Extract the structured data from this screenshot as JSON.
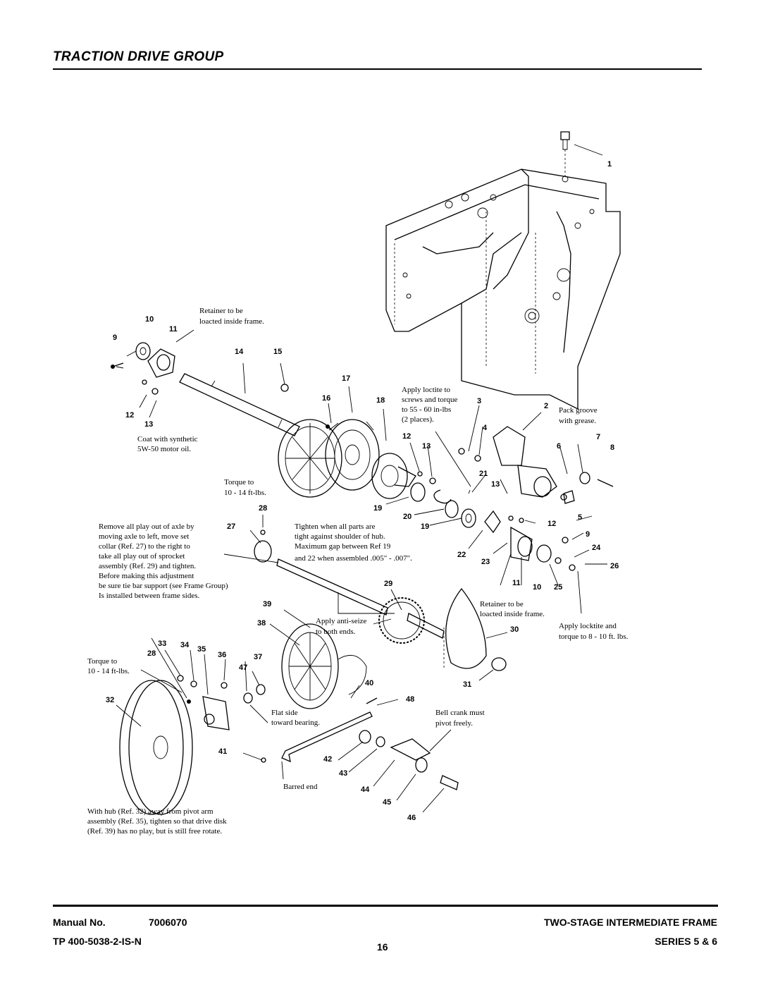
{
  "header": {
    "title": "TRACTION DRIVE GROUP"
  },
  "notes": {
    "retainer_top_1": "Retainer to be",
    "retainer_top_2": "loacted inside frame.",
    "coat_1": "Coat with synthetic",
    "coat_2": "5W-50 motor oil.",
    "torque_hub_1": "Torque to",
    "torque_hub_2": "10 - 14 ft-lbs.",
    "loctite_1": "Apply loctite to",
    "loctite_2": "screws and torque",
    "loctite_3": "to 55 - 60 in-lbs",
    "loctite_4": "(2 places).",
    "pack_1": "Pack groove",
    "pack_2": "with grease.",
    "play_1": "Remove all play out of axle by",
    "play_2": "moving axle to left, move set",
    "play_3": "collar (Ref. 27) to the right to",
    "play_4": "take all play out of sprocket",
    "play_5": "assembly (Ref. 29) and tighten.",
    "play_6": "Before making this adjustment",
    "play_7": "be sure tie bar support  (see Frame Group)",
    "play_8": "Is installed between frame sides.",
    "tighten_1": "Tighten when all parts are",
    "tighten_2": "tight against shoulder of hub.",
    "tighten_3": "Maximum gap between Ref 19",
    "tighten_4": "and 22 when assembled .005\" - .007\".",
    "retainer_bot_1": "Retainer to be",
    "retainer_bot_2": "loacted inside frame.",
    "locktite_1": "Apply locktite and",
    "locktite_2": "torque to 8 - 10 ft. lbs.",
    "antiseize_1": "Apply anti-seize",
    "antiseize_2": "to both ends.",
    "torque_low_1": "Torque to",
    "torque_low_2": "10 - 14 ft-lbs.",
    "flat_1": "Flat side",
    "flat_2": "toward bearing.",
    "bell_1": "Bell crank must",
    "bell_2": "pivot freely.",
    "barred": "Barred end",
    "hub_1": "With hub (Ref. 32) away from pivot arm",
    "hub_2": "assembly (Ref. 35), tighten so that drive disk",
    "hub_3": "(Ref. 39) has no play, but is still free rotate."
  },
  "callouts": [
    "1",
    "2",
    "3",
    "4",
    "5",
    "6",
    "7",
    "8",
    "9",
    "10",
    "11",
    "12",
    "13",
    "13",
    "14",
    "15",
    "16",
    "17",
    "18",
    "12",
    "13",
    "19",
    "20",
    "21",
    "22",
    "23",
    "24",
    "25",
    "26",
    "27",
    "28",
    "29",
    "9",
    "10",
    "11",
    "12",
    "19",
    "30",
    "31",
    "32",
    "33",
    "34",
    "35",
    "36",
    "37",
    "38",
    "39",
    "40",
    "41",
    "42",
    "43",
    "44",
    "45",
    "46",
    "47",
    "48",
    "28"
  ],
  "footer": {
    "manual_label": "Manual No.",
    "manual_no": "7006070",
    "tp": "TP 400-5038-2-IS-N",
    "page": "16",
    "section": "TWO-STAGE INTERMEDIATE FRAME",
    "series": "SERIES 5 & 6"
  }
}
